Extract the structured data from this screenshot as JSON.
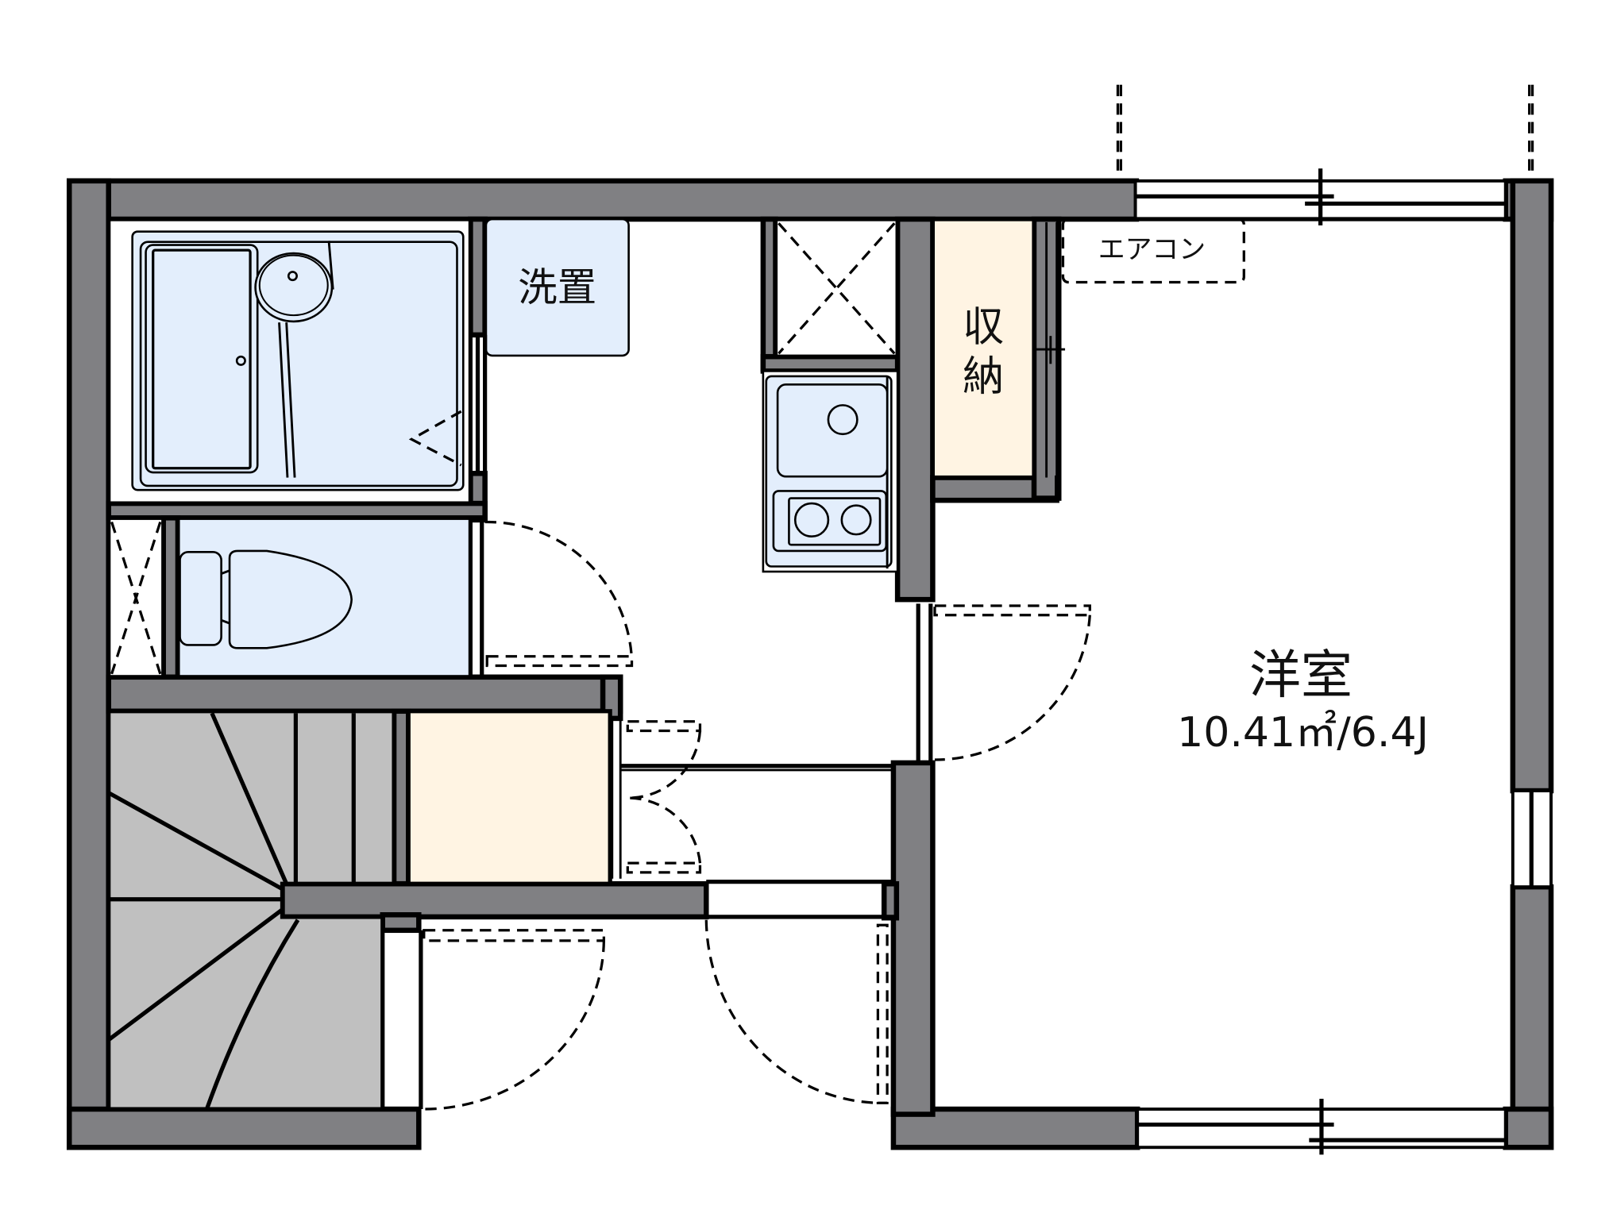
{
  "plan": {
    "type": "apartment-floor-plan",
    "colors": {
      "wall": "#808083",
      "wet_area": "#e3eefc",
      "storage": "#fff4e3",
      "stairs": "#c0c0c0",
      "background": "#ffffff"
    },
    "rooms": {
      "western_room": {
        "name": "洋室",
        "area": "10.41㎡/6.4J",
        "area_number": "10.41",
        "area_unit": "㎡",
        "tatami": "6.4J"
      },
      "closet": {
        "name_line1": "収",
        "name_line2": "納"
      },
      "washer": {
        "name": "洗置"
      },
      "aircon": {
        "name": "エアコン"
      },
      "bathroom": {
        "label": ""
      },
      "toilet": {
        "label": ""
      },
      "kitchen": {
        "label": ""
      },
      "stairs": {
        "label": ""
      },
      "entrance_storage": {
        "label": ""
      }
    }
  }
}
